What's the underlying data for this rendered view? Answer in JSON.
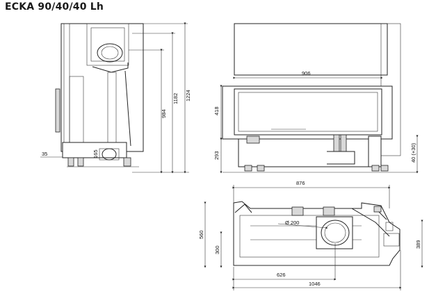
{
  "title": "ECKA 90/40/40 Lh",
  "side_view": {
    "dims": {
      "total_height": "1224",
      "upper_height": "1182",
      "mid_height": "984",
      "depth_offset": "35",
      "small": "165"
    }
  },
  "front_view": {
    "dims": {
      "width": "906",
      "glass_height": "418",
      "base_height": "293",
      "foot_height": "40 (+30)"
    }
  },
  "top_view": {
    "dims": {
      "width": "876",
      "depth": "560",
      "inner_depth": "300",
      "right_depth": "389",
      "duct_diameter": "Ø 200",
      "offset": "626",
      "total_width": "1046"
    }
  },
  "colors": {
    "line": "#222222",
    "background": "#ffffff"
  }
}
